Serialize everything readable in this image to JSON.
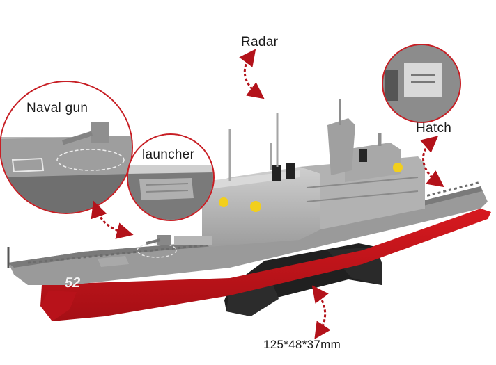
{
  "labels": {
    "radar": "Radar",
    "naval_gun": "Naval gun",
    "launcher": "launcher",
    "hatch": "Hatch",
    "dimensions": "125*48*37mm"
  },
  "hull_number": "52",
  "colors": {
    "hull_red": "#c8141b",
    "deck_gray": "#8f8f8f",
    "superstructure_gray": "#b9b9b9",
    "stand_black": "#1f1f1f",
    "arrow_red": "#b3121a",
    "accent_yellow": "#f2cf1c"
  },
  "icons": [
    "curved-double-arrow-icon"
  ]
}
